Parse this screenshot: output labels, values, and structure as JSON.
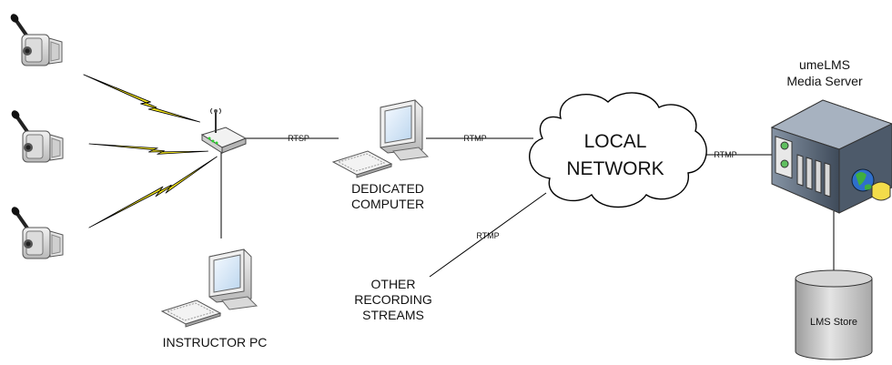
{
  "nodes": {
    "instructor_pc": "INSTRUCTOR PC",
    "dedicated_line1": "DEDICATED",
    "dedicated_line2": "COMPUTER",
    "cloud_line1": "LOCAL",
    "cloud_line2": "NETWORK",
    "server_line1": "umeLMS",
    "server_line2": "Media Server",
    "other_line1": "OTHER",
    "other_line2": "RECORDING",
    "other_line3": "STREAMS",
    "store": "LMS Store"
  },
  "links": {
    "router_to_dedicated": "RTSP",
    "dedicated_to_cloud": "RTMP",
    "cloud_to_server": "RTMP",
    "other_to_cloud": "RTMP"
  },
  "icons": [
    "camcorder-icon",
    "microphone-icon",
    "lightning-icon",
    "router-icon",
    "computer-icon",
    "keyboard-icon",
    "cloud-icon",
    "server-icon",
    "globe-icon",
    "database-icon"
  ],
  "colors": {
    "lightning": "#f5e61a",
    "router_light": "#30d030",
    "monitor_screen": "#d8eaf8"
  }
}
